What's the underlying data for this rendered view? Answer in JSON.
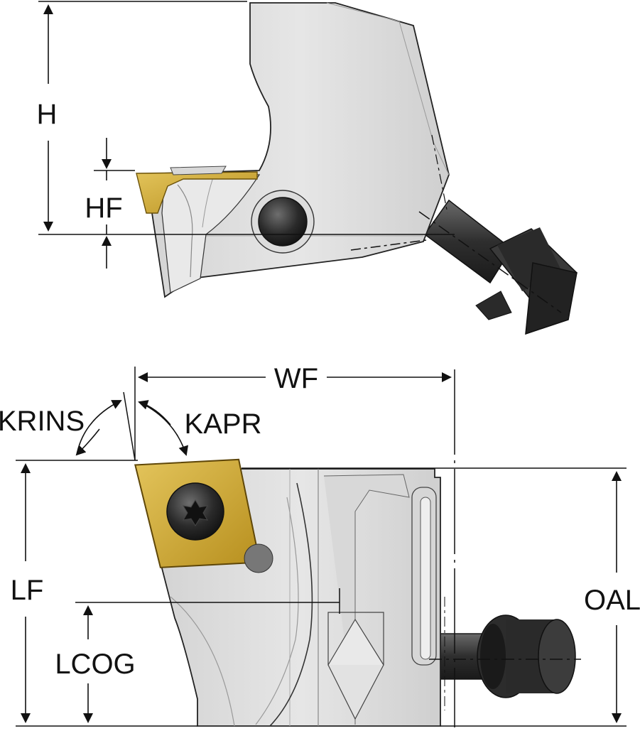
{
  "labels": {
    "h": "H",
    "hf": "HF",
    "wf": "WF",
    "krins": "KRINS",
    "kapr": "KAPR",
    "lf": "LF",
    "lcog": "LCOG",
    "oal": "OAL"
  },
  "colors": {
    "body_light": "#e2e2e2",
    "body_mid": "#c9c9c9",
    "body_dark": "#a9a9a9",
    "insert_gold": "#c9a437",
    "insert_gold_dark": "#8a6d12",
    "screw": "#2b2b2b",
    "coolant_tube": "#3a3a3a",
    "line": "#111111"
  },
  "icons": {
    "insert_screw": "torx-screw-icon",
    "center_of_gravity": "crosshair-icon"
  }
}
